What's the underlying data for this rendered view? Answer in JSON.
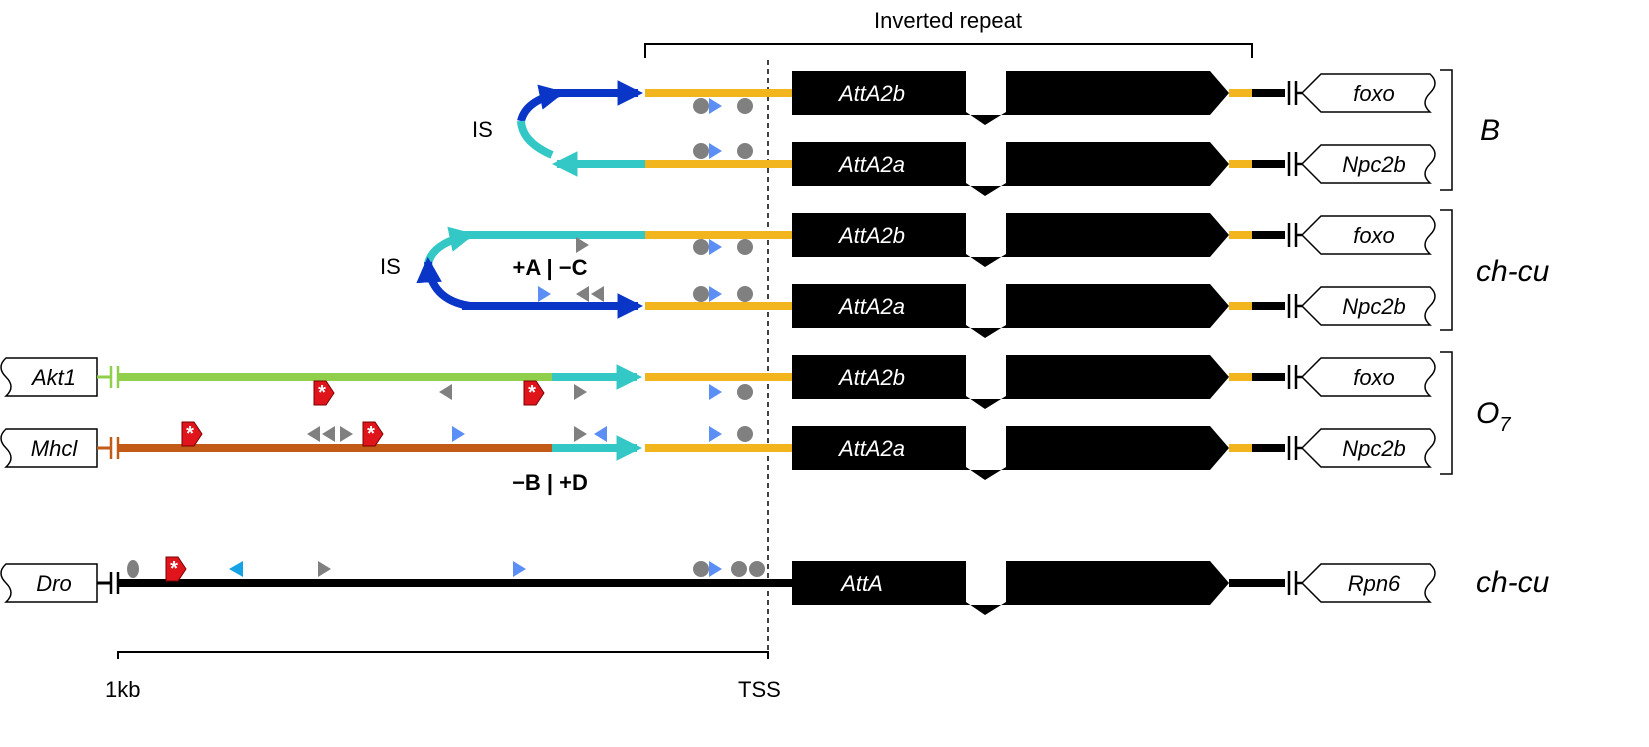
{
  "labels": {
    "inverted_repeat": "Inverted repeat",
    "is_top": "IS",
    "is_mid": "IS",
    "scale": "1kb",
    "tss": "TSS",
    "tag_a": "+A | −C",
    "tag_b": "−B | +D"
  },
  "genes": {
    "row1": "AttA2b",
    "row2": "AttA2a",
    "row3": "AttA2b",
    "row4": "AttA2a",
    "row5": "AttA2b",
    "row6": "AttA2a",
    "row7": "AttA"
  },
  "right_flanks": {
    "row1": "foxo",
    "row2": "Npc2b",
    "row3": "foxo",
    "row4": "Npc2b",
    "row5": "foxo",
    "row6": "Npc2b",
    "row7": "Rpn6"
  },
  "left_flanks": {
    "row5": "Akt1",
    "row6": "Mhcl",
    "row7": "Dro"
  },
  "groups": {
    "g1": "B",
    "g2": "ch-cu",
    "g3_base": "O",
    "g3_sub": "7",
    "g4": "ch-cu"
  },
  "colors": {
    "repeat_orange": "#f3b51e",
    "is_dark_blue": "#0a36c8",
    "is_light_cyan": "#33c8c6",
    "akt1_green": "#8fcf4b",
    "mhcl_brown": "#c25b18",
    "motif_grey": "#808080",
    "motif_blue": "#5b8ff5",
    "motif_cyan": "#16a3e6",
    "star_red": "#e0151b"
  },
  "marker_star": "*"
}
